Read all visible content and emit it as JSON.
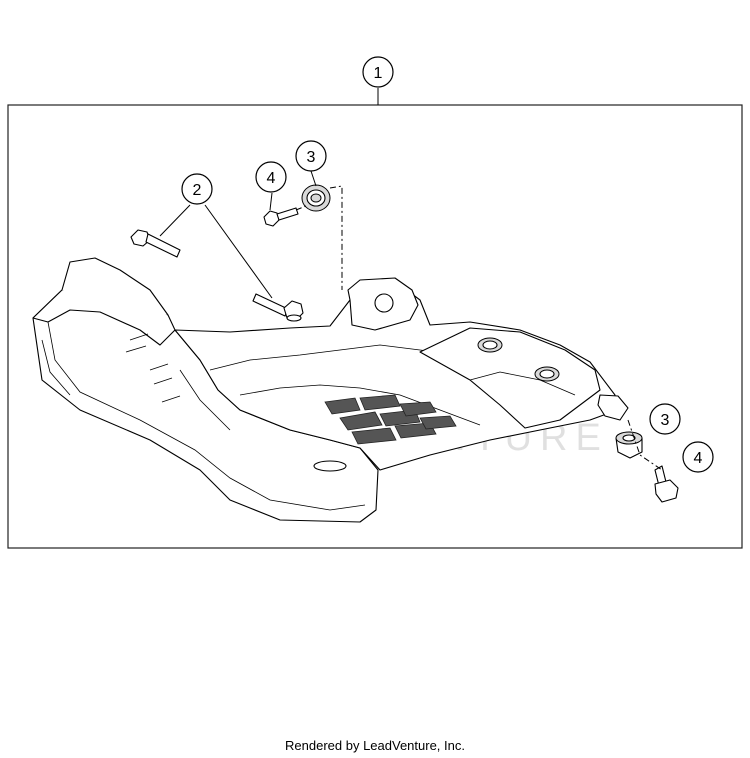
{
  "callouts": [
    {
      "label": "1"
    },
    {
      "label": "2"
    },
    {
      "label": "3"
    },
    {
      "label": "4"
    },
    {
      "label": "3"
    },
    {
      "label": "4"
    }
  ],
  "watermark": "LEADVENTURE",
  "footer": "Rendered by LeadVenture, Inc."
}
